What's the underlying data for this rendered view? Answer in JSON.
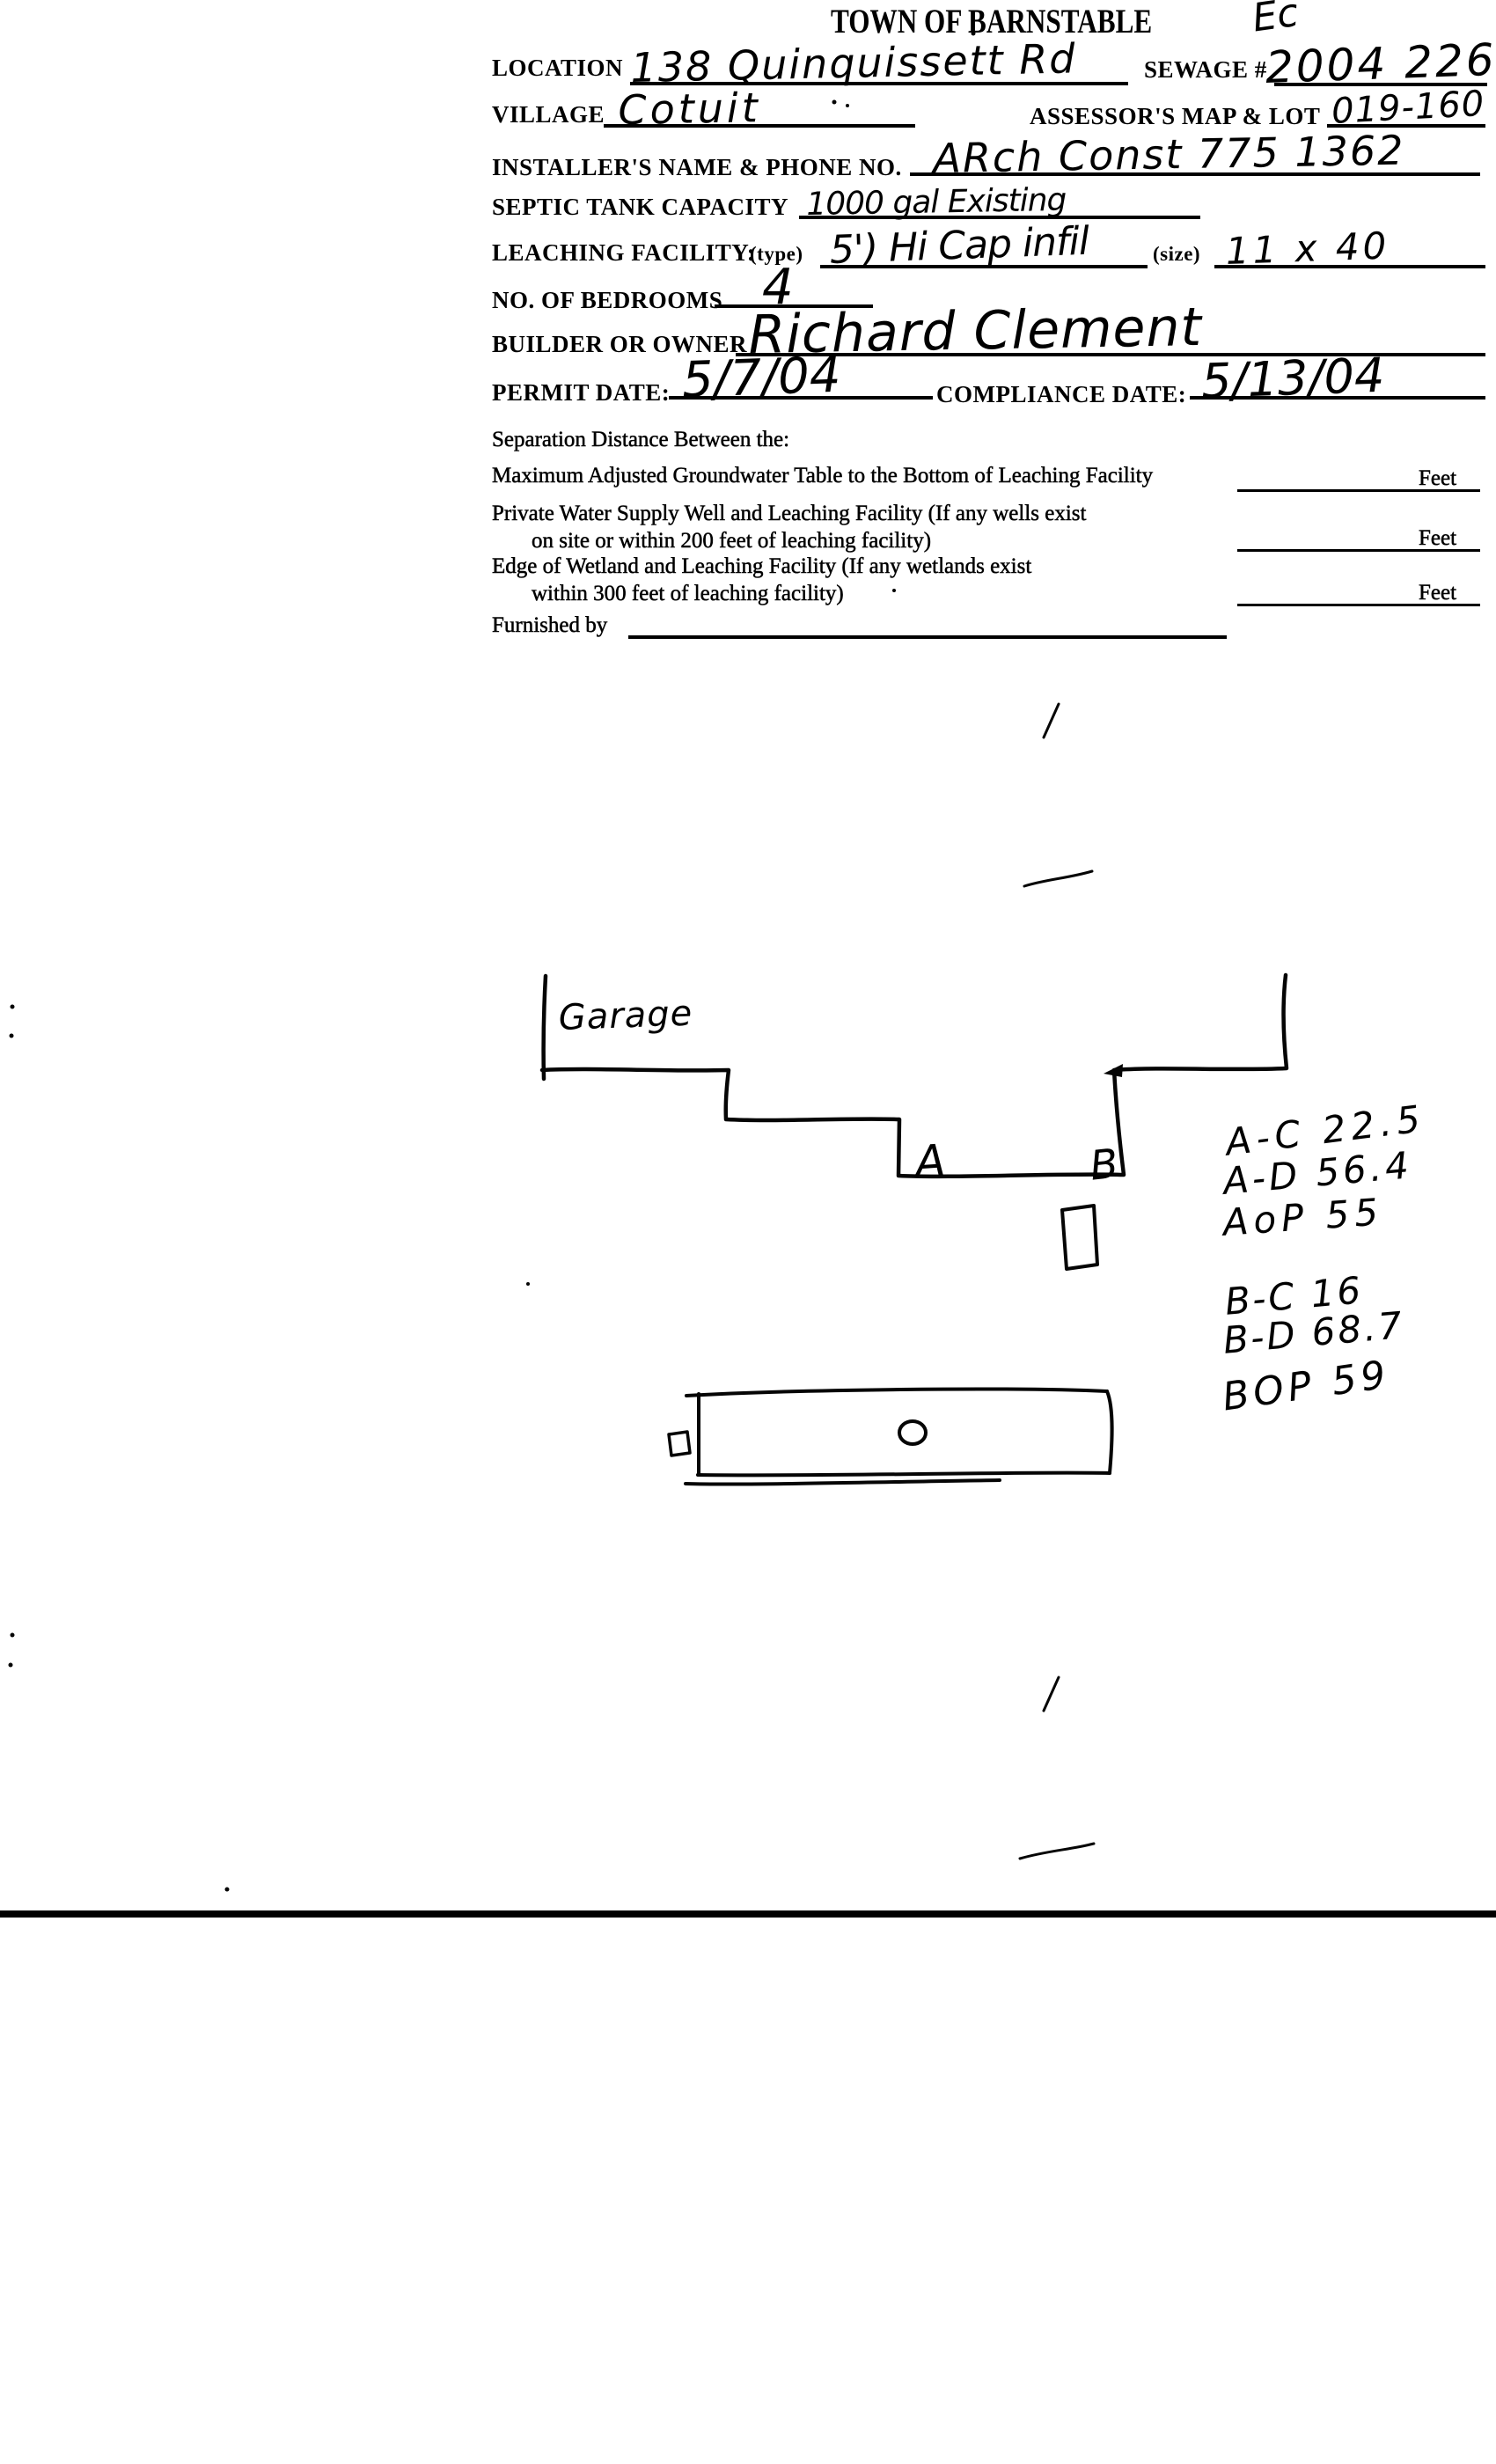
{
  "form": {
    "title": "TOWN OF BARNSTABLE",
    "annotation_top_right": "Ec",
    "fields": {
      "location": {
        "label": "LOCATION",
        "value": "138 Quinquissett Rd"
      },
      "sewage": {
        "label": "SEWAGE #",
        "value": "2004 226"
      },
      "village": {
        "label": "VILLAGE",
        "value": "Cotuit"
      },
      "assessors_map_lot": {
        "label": "ASSESSOR'S MAP & LOT",
        "value": "019-160"
      },
      "installer": {
        "label": "INSTALLER'S NAME & PHONE NO.",
        "value": "ARch Const   775 1362"
      },
      "septic_tank_capacity": {
        "label": "SEPTIC TANK CAPACITY",
        "value": "1000 gal Existing"
      },
      "leaching_facility": {
        "label": "LEACHING FACILITY:",
        "type_label": "(type)",
        "type_value": "5') Hi Cap infil",
        "size_label": "(size)",
        "size_value": "11 x 40"
      },
      "bedrooms": {
        "label": "NO. OF BEDROOMS",
        "value": "4"
      },
      "builder_or_owner": {
        "label": "BUILDER OR OWNER",
        "value": "Richard Clement"
      },
      "permit_date": {
        "label": "PERMIT DATE:",
        "value": "5/7/04"
      },
      "compliance_date": {
        "label": "COMPLIANCE DATE:",
        "value": "5/13/04"
      }
    },
    "separation": {
      "heading": "Separation Distance Between the:",
      "rows": [
        {
          "line1": "Maximum Adjusted Groundwater Table to the Bottom of Leaching Facility",
          "line2": "",
          "unit": "Feet"
        },
        {
          "line1": "Private Water Supply Well and Leaching Facility  (If any wells exist",
          "line2": "on site or within 200 feet of leaching facility)",
          "unit": "Feet"
        },
        {
          "line1": "Edge of Wetland and Leaching Facility (If any wetlands exist",
          "line2": "within 300 feet of leaching facility)",
          "unit": "Feet"
        }
      ],
      "furnished_by_label": "Furnished by"
    }
  },
  "sketch": {
    "garage_label": "Garage",
    "point_a": "A",
    "point_b": "B",
    "measurements": [
      "A-C 22.5",
      "A-D 56.4",
      "AoP 55",
      "B-C 16",
      "B-D 68.7",
      "BOP 59"
    ]
  }
}
